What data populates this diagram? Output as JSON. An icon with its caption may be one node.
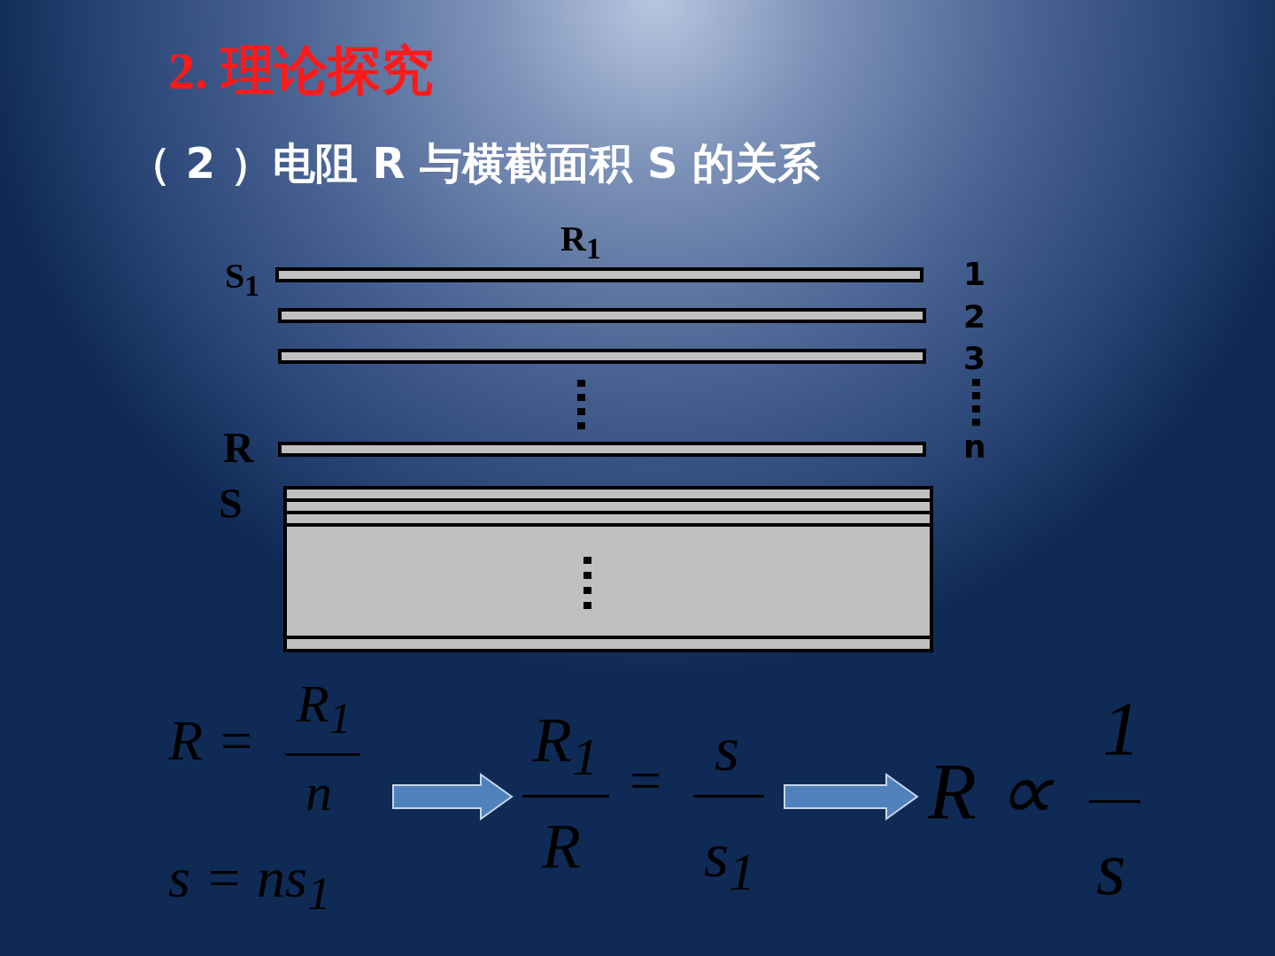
{
  "diagram": {
    "title": "2. 理论探究",
    "nodes": [
      {
        "text": [
          "R =",
          "R$_{1}$",
          "n",
          "s = ns$_{1}$"
        ]
      },
      {
        "text": [
          "R$_{1}$",
          "R",
          "=",
          "s",
          "s$_{1}$"
        ]
      },
      {
        "text": [
          "R ∝",
          "1",
          "s"
        ]
      }
    ],
    "edges": [
      {
        "from": 0,
        "to": 1,
        "arrow": "to"
      },
      {
        "from": 1,
        "to": 2,
        "arrow": "to"
      }
    ],
    "labels": [
      "（ 2 ）电阻 R 与横截面积 S 的关系",
      "R$_{1}$",
      "S$_{1}$",
      "1",
      "2",
      "3",
      "R",
      "n",
      "S"
    ]
  }
}
